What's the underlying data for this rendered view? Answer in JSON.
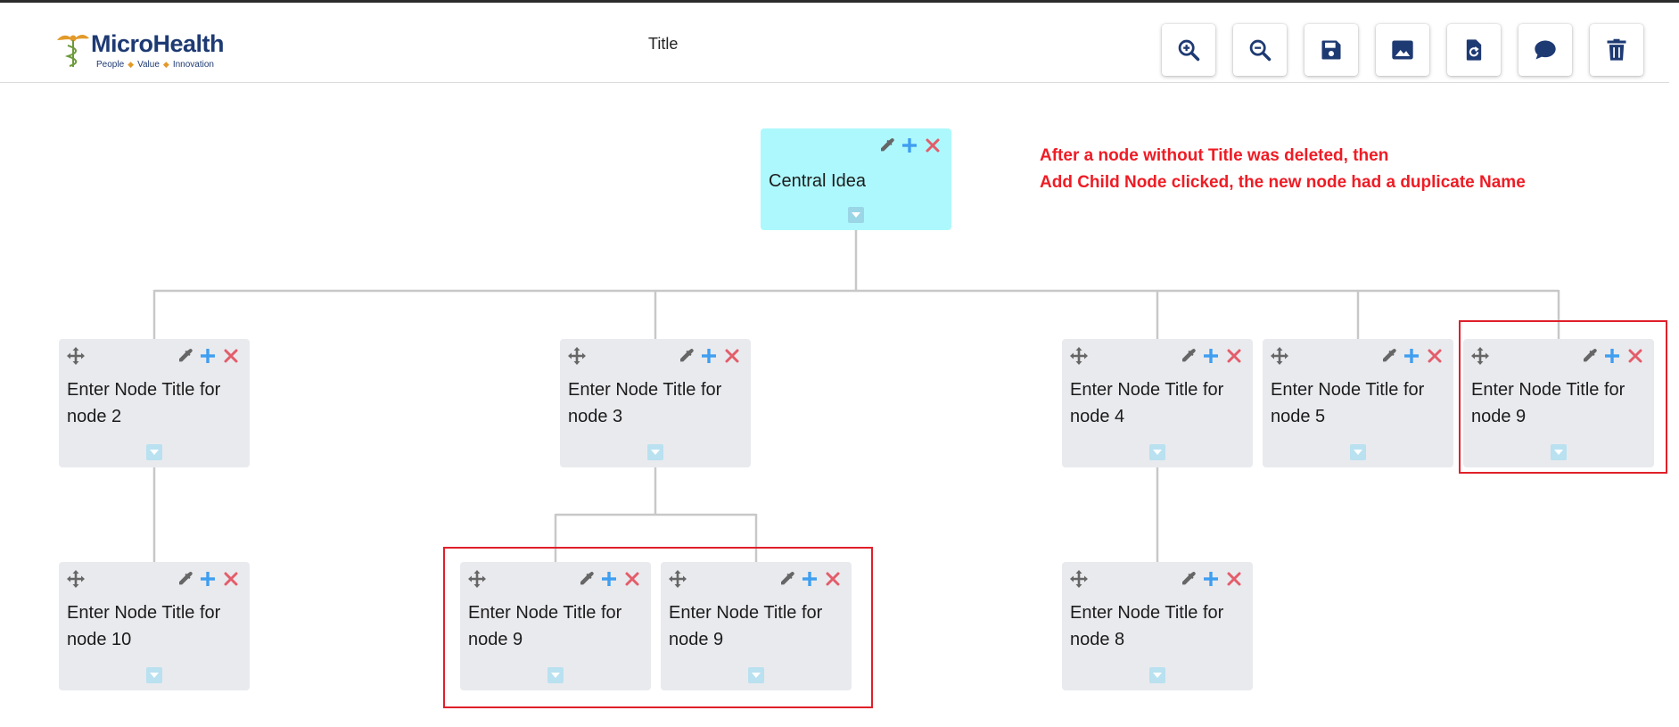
{
  "header": {
    "logo": {
      "name": "MicroHealth",
      "tagline": [
        "People",
        "Value",
        "Innovation"
      ]
    },
    "title": "Title",
    "toolbar": [
      {
        "name": "zoom-in",
        "icon": "zoom-in-icon"
      },
      {
        "name": "zoom-out",
        "icon": "zoom-out-icon"
      },
      {
        "name": "save",
        "icon": "save-icon"
      },
      {
        "name": "export-image",
        "icon": "image-icon"
      },
      {
        "name": "reset",
        "icon": "reset-icon"
      },
      {
        "name": "comments",
        "icon": "comment-icon"
      },
      {
        "name": "delete",
        "icon": "trash-icon"
      }
    ]
  },
  "nodes": {
    "root": "Central Idea",
    "n2": "Enter Node Title for node 2",
    "n3": "Enter Node Title for node 3",
    "n4": "Enter Node Title for node 4",
    "n5": "Enter Node Title for node 5",
    "n9top": "Enter Node Title for node 9",
    "n10": "Enter Node Title for node 10",
    "n9a": "Enter Node Title for node 9",
    "n9b": "Enter Node Title for node 9",
    "n8": "Enter Node Title for node 8"
  },
  "annotation": {
    "line1": "After a node without Title was deleted, then",
    "line2": "Add Child Node clicked,  the new node had a duplicate Name"
  },
  "colors": {
    "brand": "#1e3a73",
    "root_bg": "#adf8fc",
    "node_bg": "#e9eaee",
    "add": "#3f9ef0",
    "delete": "#e35d6a",
    "annotation": "#ee1c25"
  }
}
